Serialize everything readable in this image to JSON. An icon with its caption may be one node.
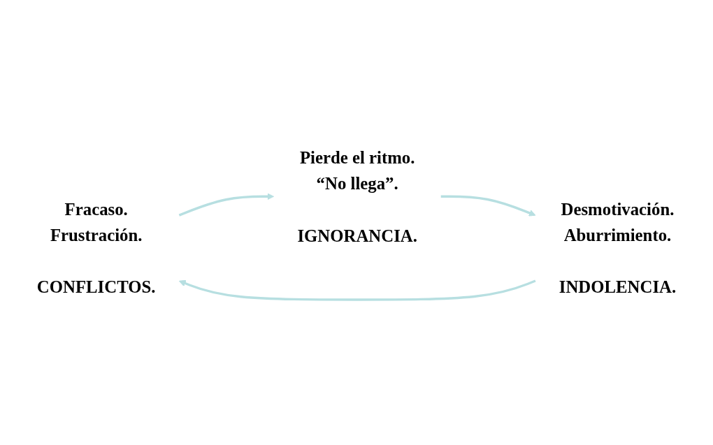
{
  "diagram": {
    "nodes": [
      {
        "text": [
          "Fracaso. Frustración.",
          "CONFLICTOS."
        ]
      },
      {
        "text": [
          "Pierde el ritmo. “No llega”.",
          "IGNORANCIA."
        ]
      },
      {
        "text": [
          "Desmotivación. Aburrimiento.",
          "INDOLENCIA."
        ]
      }
    ],
    "edges": [
      {
        "from": 0,
        "to": 1,
        "arrow": "to",
        "color": "#b7dfe1"
      },
      {
        "from": 1,
        "to": 2,
        "arrow": "to",
        "color": "#b7dfe1"
      },
      {
        "from": 2,
        "to": 0,
        "arrow": "to",
        "color": "#b7dfe1"
      }
    ]
  }
}
